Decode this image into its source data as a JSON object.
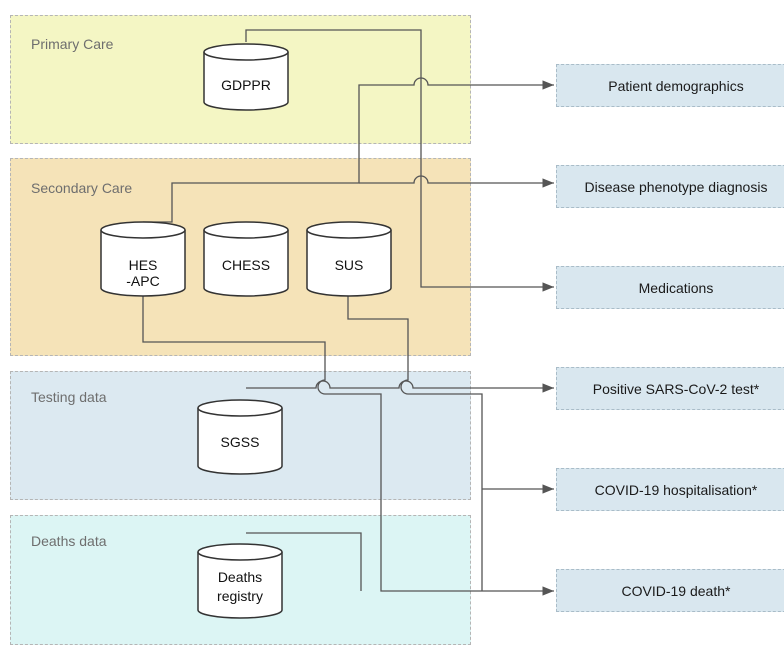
{
  "panels": {
    "primary": "Primary Care",
    "secondary": "Secondary Care",
    "testing": "Testing data",
    "deaths": "Deaths data"
  },
  "sources": {
    "gdppr": [
      "GDPPR"
    ],
    "hes_apc": [
      "HES",
      "-APC"
    ],
    "chess": [
      "CHESS"
    ],
    "sus": [
      "SUS"
    ],
    "sgss": [
      "SGSS"
    ],
    "deaths_registry": [
      "Deaths",
      "registry"
    ]
  },
  "outputs": {
    "patient_demographics": "Patient demographics",
    "disease_phenotype": "Disease phenotype diagnosis",
    "medications": "Medications",
    "positive_test": "Positive SARS-CoV-2 test*",
    "hospitalisation": "COVID-19 hospitalisation*",
    "death": "COVID-19 death*"
  },
  "colors": {
    "primary_bg": "#f4f6c4",
    "secondary_bg": "#f5e3b8",
    "testing_bg": "#dce9f1",
    "deaths_bg": "#dcf5f4",
    "output_bg": "#d9e7ef",
    "wire": "#555555"
  }
}
